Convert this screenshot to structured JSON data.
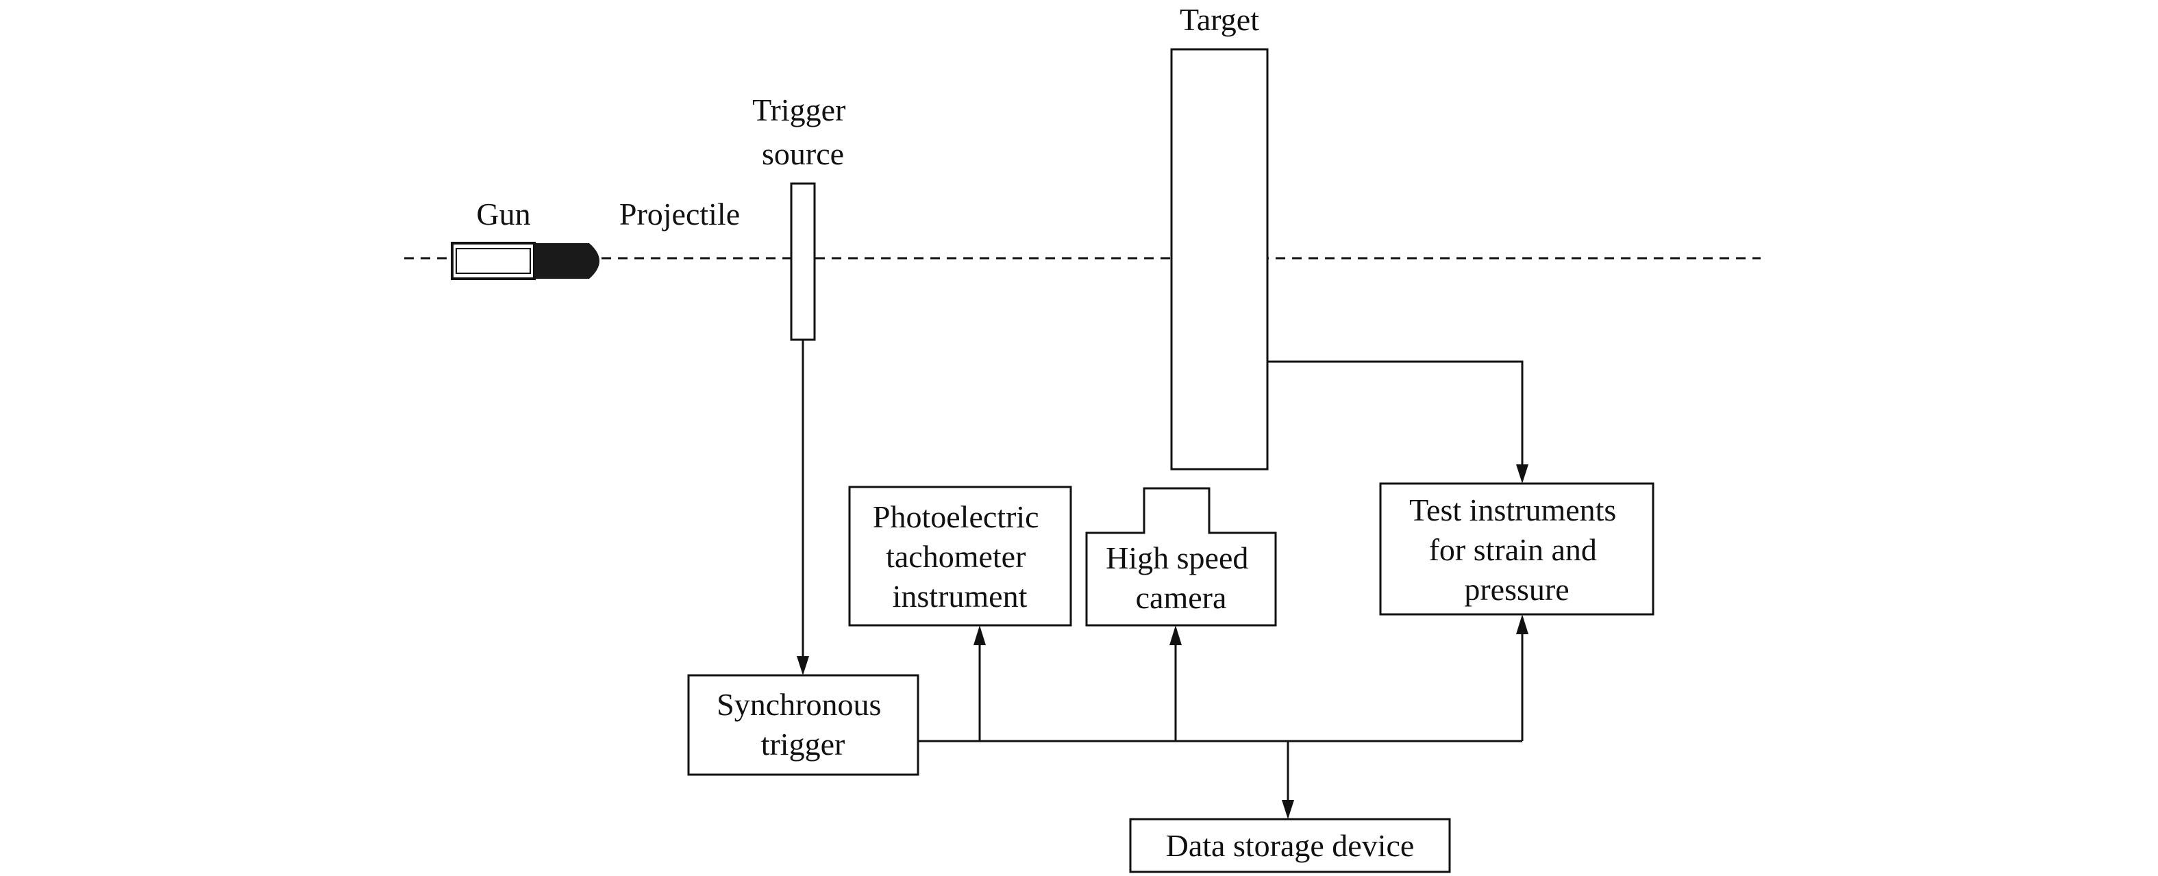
{
  "labels": {
    "gun": "Gun",
    "projectile": "Projectile",
    "trigger_source": [
      "Trigger",
      "source"
    ],
    "target": "Target"
  },
  "boxes": {
    "photoelectric": [
      "Photoelectric",
      "tachometer",
      "instrument"
    ],
    "camera": [
      "High speed",
      "camera"
    ],
    "test_instruments": [
      "Test instruments",
      "for strain and",
      "pressure"
    ],
    "sync_trigger": [
      "Synchronous",
      "trigger"
    ],
    "data_storage": [
      "Data storage device"
    ]
  }
}
